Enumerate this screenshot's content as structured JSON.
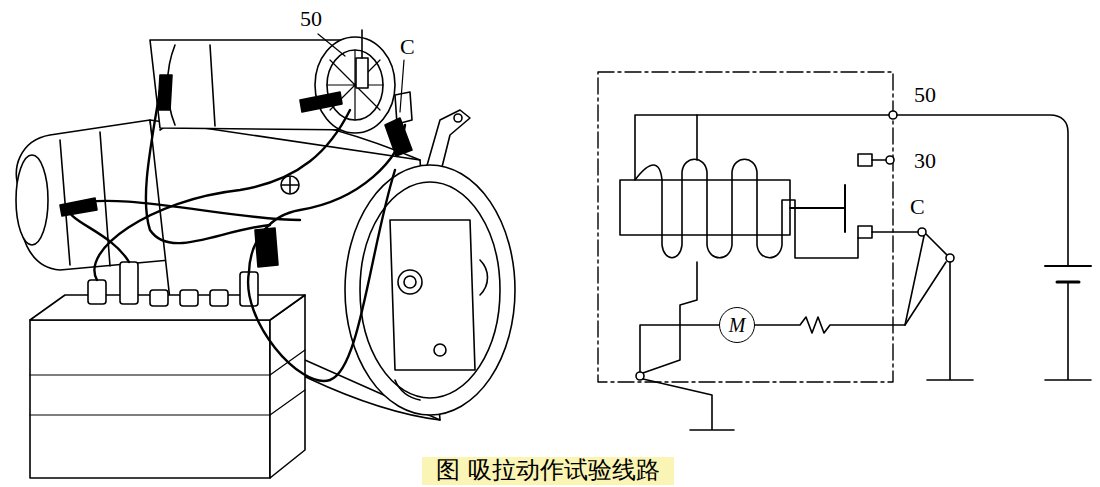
{
  "diagram": {
    "caption": "图 吸拉动作试验线路",
    "nodes": [
      {
        "text": [
          "M"
        ]
      }
    ],
    "labels": [
      "50",
      "C",
      "50",
      "30",
      "C"
    ]
  }
}
